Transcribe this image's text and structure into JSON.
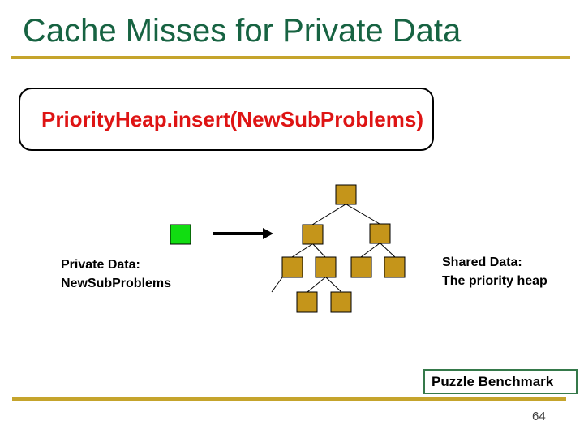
{
  "slide": {
    "title": "Cache Misses for Private Data",
    "page_number": "64",
    "code_box_text": "PriorityHeap.insert(NewSubProblems)",
    "private_label": {
      "line1": "Private Data:",
      "line2": "NewSubProblems"
    },
    "shared_label": {
      "line1": "Shared Data:",
      "line2": "The priority heap"
    },
    "benchmark_label": "Puzzle Benchmark"
  },
  "diagram": {
    "description": "green private-data square with arrow pointing into a heap tree of gold squares",
    "heap_node_count": 9,
    "tree_levels": [
      1,
      2,
      4,
      2
    ],
    "has_dangling_edge_bottom_left": true
  },
  "colors": {
    "title": "#176342",
    "rule_gold": "#C5A42C",
    "code_text": "#DE1414",
    "heap_node": "#C5951A",
    "node_border": "#000000",
    "private_node": "#11DD11",
    "edge": "#000000",
    "arrow": "#000000",
    "benchmark_border": "#35794A",
    "page_number": "#404040"
  }
}
